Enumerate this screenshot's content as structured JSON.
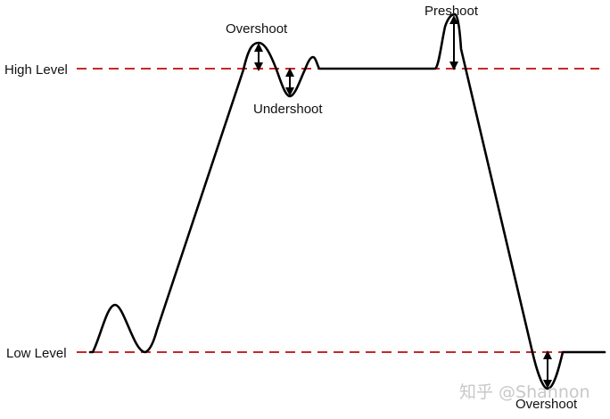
{
  "labels": {
    "high_level": "High Level",
    "low_level": "Low Level",
    "overshoot_top": "Overshoot",
    "undershoot": "Undershoot",
    "preshoot": "Preshoot",
    "overshoot_bottom": "Overshoot"
  },
  "watermark": "知乎 @Shannon",
  "colors": {
    "reference_line": "#c62828",
    "waveform": "#000000",
    "text": "#111111",
    "watermark": "#c8c8c8",
    "background": "#ffffff"
  }
}
